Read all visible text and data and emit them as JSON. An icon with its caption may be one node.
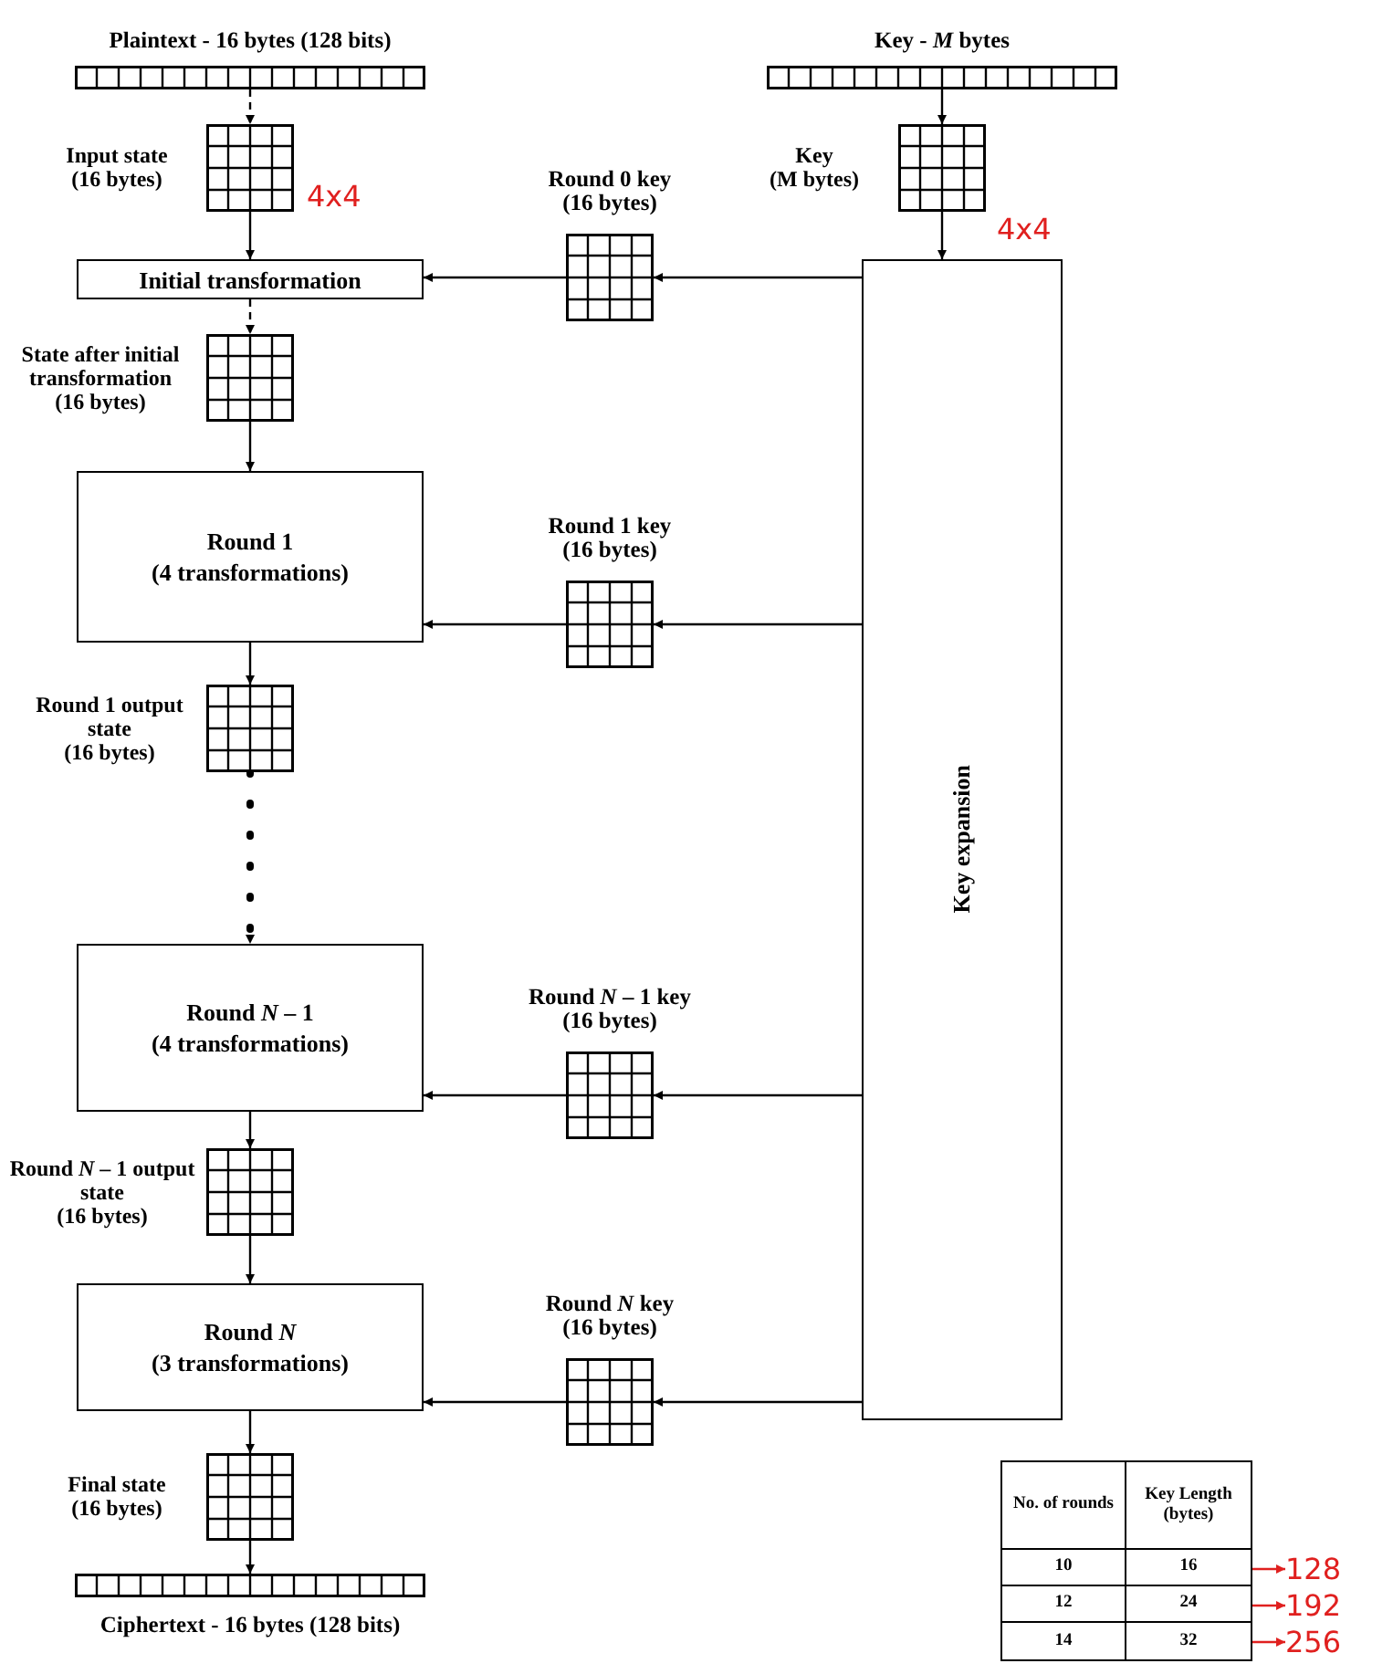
{
  "diagram": {
    "nodes": [
      {
        "text": [
          "Plaintext - 16 bytes (128 bits)"
        ]
      },
      {
        "text": [
          "Input state",
          "(16 bytes)"
        ]
      },
      {
        "text": [
          "Initial transformation"
        ]
      },
      {
        "text": [
          "State after initial transformation",
          "(16 bytes)"
        ]
      },
      {
        "text": [
          "Round 1",
          "(4 transformations)"
        ]
      },
      {
        "text": [
          "Round 1 output state",
          "(16 bytes)"
        ]
      },
      {
        "text": [
          "Round *N* – 1",
          "(4 transformations)"
        ]
      },
      {
        "text": [
          "Round *N* – 1 output state",
          "(16 bytes)"
        ]
      },
      {
        "text": [
          "Round *N*",
          "(3 transformations)"
        ]
      },
      {
        "text": [
          "Final state",
          "(16 bytes)"
        ]
      },
      {
        "text": [
          "Ciphertext - 16 bytes (128 bits)"
        ]
      },
      {
        "text": [
          "Key - *M* bytes"
        ]
      },
      {
        "text": [
          "Key",
          "(M bytes)"
        ]
      },
      {
        "text": [
          "Key expansion"
        ]
      },
      {
        "text": [
          "Round 0 key",
          "(16 bytes)"
        ]
      },
      {
        "text": [
          "Round 1 key",
          "(16 bytes)"
        ]
      },
      {
        "text": [
          "Round *N* – 1 key",
          "(16 bytes)"
        ]
      },
      {
        "text": [
          "Round *N* key",
          "(16 bytes)"
        ]
      },
      {
        "text": [
          "128"
        ]
      },
      {
        "text": [
          "192"
        ]
      },
      {
        "text": [
          "256"
        ]
      },
      {
        "text": [
          "16"
        ]
      },
      {
        "text": [
          "24"
        ]
      },
      {
        "text": [
          "32"
        ]
      }
    ],
    "edges": [
      {
        "from": 0,
        "to": 1,
        "arrow": "to",
        "style": "dashed"
      },
      {
        "from": 1,
        "to": 2,
        "arrow": "to"
      },
      {
        "from": 2,
        "to": 3,
        "arrow": "to",
        "style": "dashed"
      },
      {
        "from": 3,
        "to": 4,
        "arrow": "to"
      },
      {
        "from": 4,
        "to": 5,
        "arrow": "to"
      },
      {
        "from": 5,
        "to": 6,
        "arrow": "to",
        "style": "dashed"
      },
      {
        "from": 6,
        "to": 7,
        "arrow": "to"
      },
      {
        "from": 7,
        "to": 8,
        "arrow": "to"
      },
      {
        "from": 8,
        "to": 9,
        "arrow": "to"
      },
      {
        "from": 9,
        "to": 10,
        "arrow": "to"
      },
      {
        "from": 11,
        "to": 12,
        "arrow": "to"
      },
      {
        "from": 12,
        "to": 13,
        "arrow": "to"
      },
      {
        "from": 13,
        "to": 14,
        "arrow": "to"
      },
      {
        "from": 14,
        "to": 2,
        "arrow": "to"
      },
      {
        "from": 13,
        "to": 15,
        "arrow": "to"
      },
      {
        "from": 15,
        "to": 4,
        "arrow": "to"
      },
      {
        "from": 13,
        "to": 16,
        "arrow": "to"
      },
      {
        "from": 16,
        "to": 6,
        "arrow": "to"
      },
      {
        "from": 13,
        "to": 17,
        "arrow": "to"
      },
      {
        "from": 17,
        "to": 8,
        "arrow": "to"
      },
      {
        "from": 21,
        "to": 18,
        "arrow": "to",
        "color": "#e0201f"
      },
      {
        "from": 22,
        "to": 19,
        "arrow": "to",
        "color": "#e0201f"
      },
      {
        "from": 23,
        "to": 20,
        "arrow": "to",
        "color": "#e0201f"
      }
    ],
    "labels": [
      "4x4",
      "4x4",
      "No. of rounds",
      "Key Length (bytes)",
      "10",
      "12",
      "14"
    ]
  }
}
